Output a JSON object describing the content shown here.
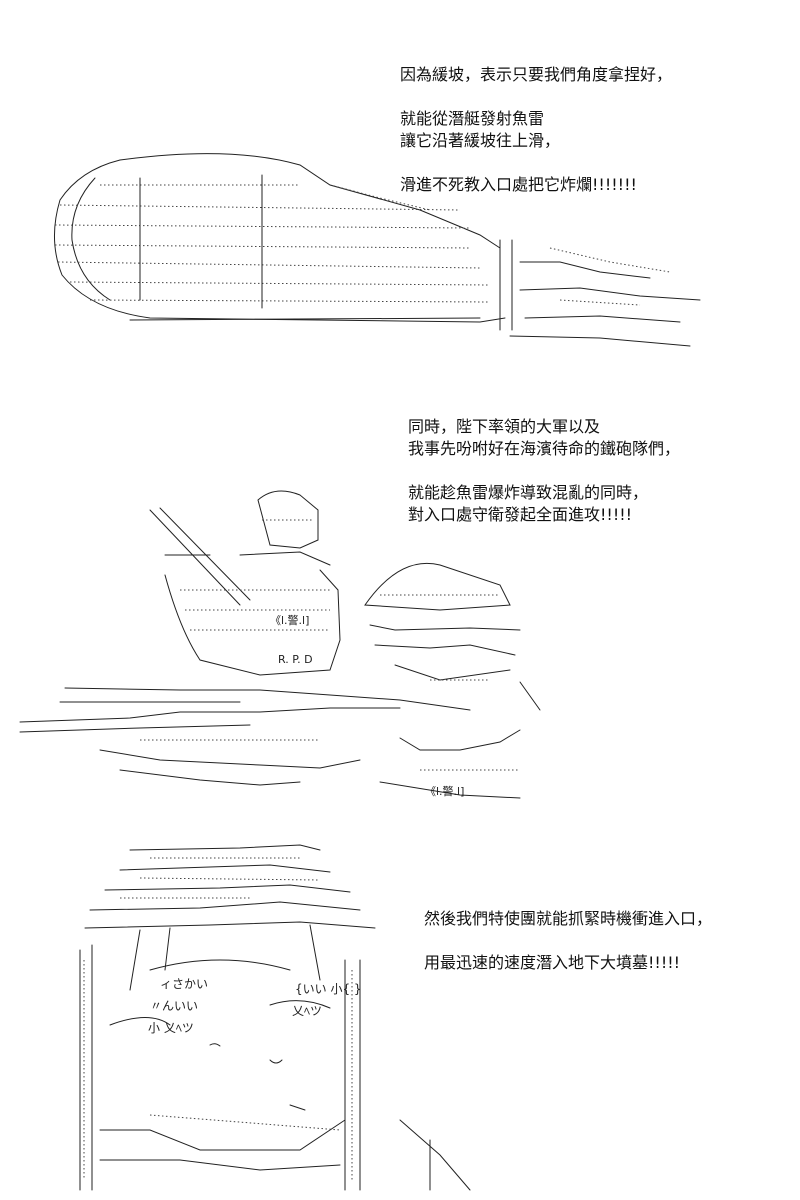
{
  "panels": [
    {
      "id": "torpedo",
      "lines": [
        "因為緩坡，表示只要我們角度拿捏好，",
        "",
        "就能從潛艇發射魚雷",
        "讓它沿著緩坡往上滑，",
        "",
        "滑進不死教入口處把它炸爛!!!!!!!"
      ]
    },
    {
      "id": "soldiers",
      "lines": [
        "同時，陛下率領的大軍以及",
        "我事先吩咐好在海濱待命的鐵砲隊們，",
        "",
        "就能趁魚雷爆炸導致混亂的同時，",
        "對入口處守衛發起全面進攻!!!!!"
      ],
      "art_labels": {
        "badge_left": "《l.警.l]",
        "vest": "R. P. D",
        "badge_right": "《l.警.l]"
      }
    },
    {
      "id": "character",
      "lines": [
        "然後我們特使團就能抓緊時機衝進入口，",
        "",
        "用最迅速的速度潛入地下大墳墓!!!!!"
      ],
      "art_labels": {
        "blush_left_top": "ィさかい",
        "blush_left_bottom": "〃んいい",
        "kana_left": "小  乂ﾍツ",
        "blush_right_top": "{いい  小{ }",
        "blush_right_bottom": "乂ﾍツ"
      }
    }
  ]
}
